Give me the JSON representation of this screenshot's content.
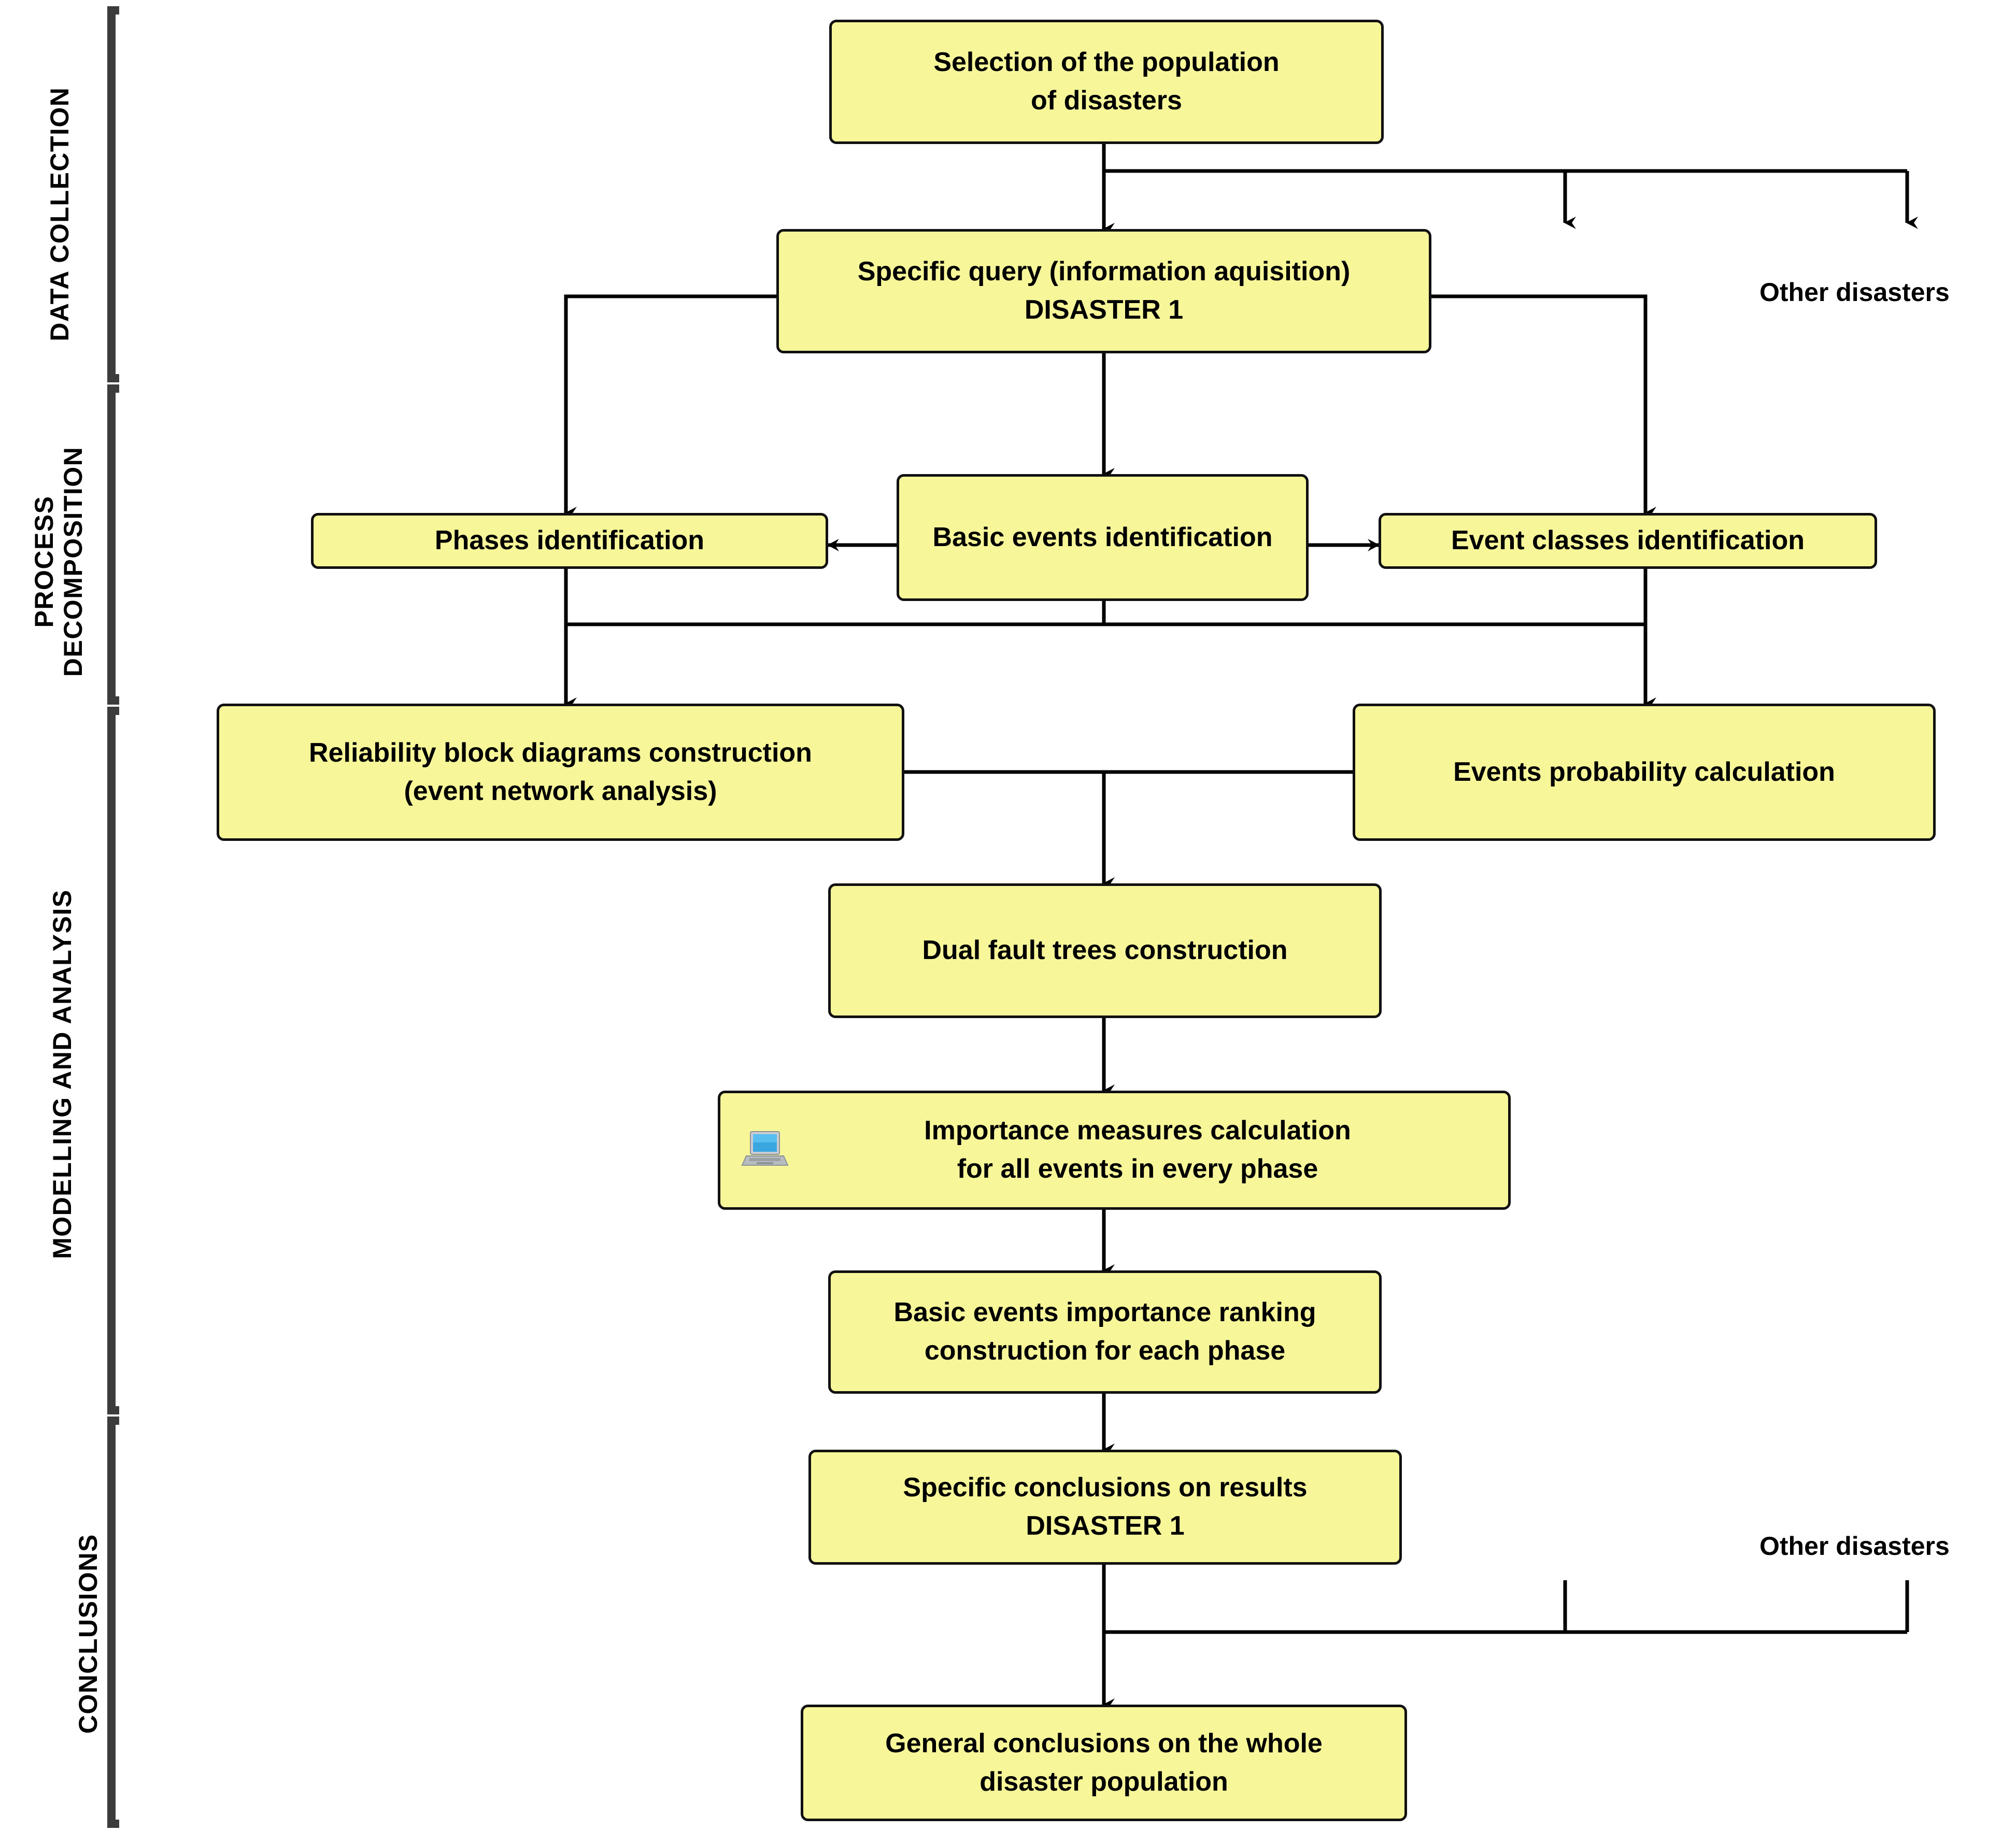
{
  "diagram": {
    "title": "Disaster analysis methodology flowchart",
    "colors": {
      "node_fill": "#f7f79a",
      "node_border": "#111111",
      "line": "#000000",
      "background": "#ffffff",
      "laptop_screen": "#3aa6e0",
      "laptop_body": "#b8bcc0"
    },
    "sections": [
      {
        "id": "data-collection",
        "label": "DATA COLLECTION"
      },
      {
        "id": "process-decomposition",
        "label": "PROCESS\nDECOMPOSITION"
      },
      {
        "id": "modelling-and-analysis",
        "label": "MODELLING AND ANALYSIS"
      },
      {
        "id": "conclusions",
        "label": "CONCLUSIONS"
      }
    ],
    "nodes": [
      {
        "id": "selection-of-population",
        "text": "Selection of the population\nof disasters"
      },
      {
        "id": "specific-query",
        "text": "Specific query (information aquisition)\nDISASTER 1"
      },
      {
        "id": "phases-identification",
        "text": "Phases identification"
      },
      {
        "id": "basic-events-identification",
        "text": "Basic events identification"
      },
      {
        "id": "event-classes-identification",
        "text": "Event classes identification"
      },
      {
        "id": "reliability-block-diagrams",
        "text": "Reliability block diagrams construction\n(event network analysis)"
      },
      {
        "id": "events-probability-calculation",
        "text": "Events probability calculation"
      },
      {
        "id": "dual-fault-trees",
        "text": "Dual fault trees construction"
      },
      {
        "id": "importance-measures",
        "text": "Importance measures calculation\nfor all events in every phase",
        "icon": "laptop-icon"
      },
      {
        "id": "basic-events-ranking",
        "text": "Basic events importance ranking\nconstruction for each phase"
      },
      {
        "id": "specific-conclusions",
        "text": "Specific conclusions on results\nDISASTER 1"
      },
      {
        "id": "general-conclusions",
        "text": "General conclusions on the whole\ndisaster population"
      }
    ],
    "annotations": [
      {
        "id": "other-disasters-top",
        "text": "Other disasters"
      },
      {
        "id": "other-disasters-bottom",
        "text": "Other disasters"
      }
    ]
  }
}
